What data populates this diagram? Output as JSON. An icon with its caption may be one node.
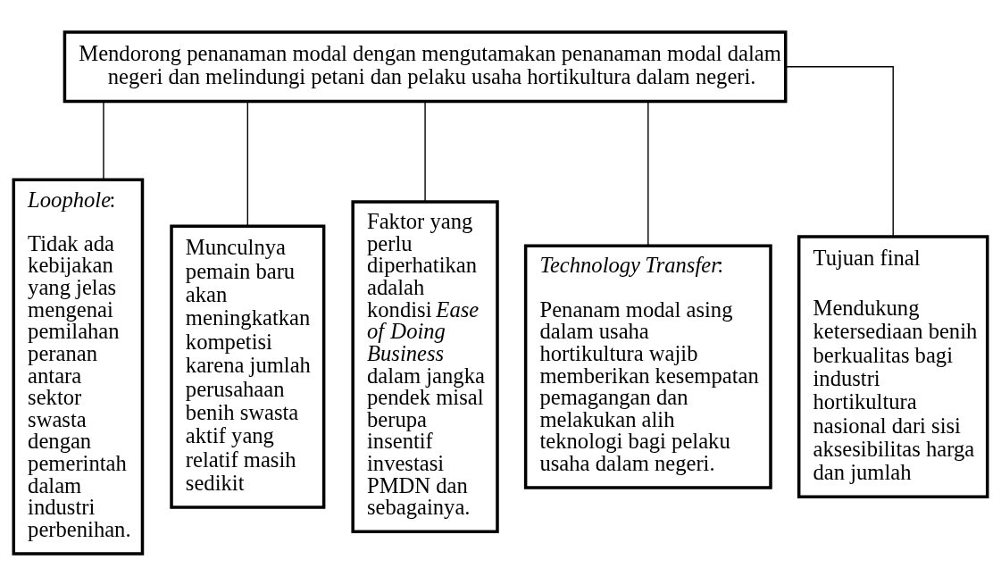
{
  "diagram": {
    "nodes": [
      {
        "text": [
          "Mendorong penanaman modal dengan mengutamakan penanaman modal dalam negeri dan melindungi petani dan pelaku usaha hortikultura dalam negeri."
        ]
      },
      {
        "text": [
          "*Loophole*:",
          "Tidak ada kebijakan yang jelas mengenai pemilahan peranan antara sektor swasta dengan pemerintah dalam industri perbenihan."
        ]
      },
      {
        "text": [
          "Munculnya pemain baru akan meningkatkan kompetisi karena jumlah perusahaan benih swasta aktif yang relatif masih sedikit"
        ]
      },
      {
        "text": [
          "Faktor yang perlu diperhatikan adalah kondisi *Ease of Doing Business* dalam jangka pendek misal berupa insentif investasi PMDN dan sebagainya."
        ]
      },
      {
        "text": [
          "*Technology Transfer*:",
          "Penanam modal asing dalam usaha hortikultura wajib memberikan kesempatan pemagangan dan melakukan alih teknologi bagi pelaku usaha dalam negeri."
        ]
      },
      {
        "text": [
          "Tujuan final",
          "Mendukung ketersediaan benih berkualitas bagi industri hortikultura nasional dari sisi aksesibilitas harga dan jumlah"
        ]
      }
    ],
    "edges": [
      {
        "from": 0,
        "to": 1,
        "arrow": "none"
      },
      {
        "from": 0,
        "to": 2,
        "arrow": "none"
      },
      {
        "from": 0,
        "to": 3,
        "arrow": "none"
      },
      {
        "from": 0,
        "to": 4,
        "arrow": "none"
      },
      {
        "from": 0,
        "to": 5,
        "arrow": "none"
      }
    ]
  }
}
